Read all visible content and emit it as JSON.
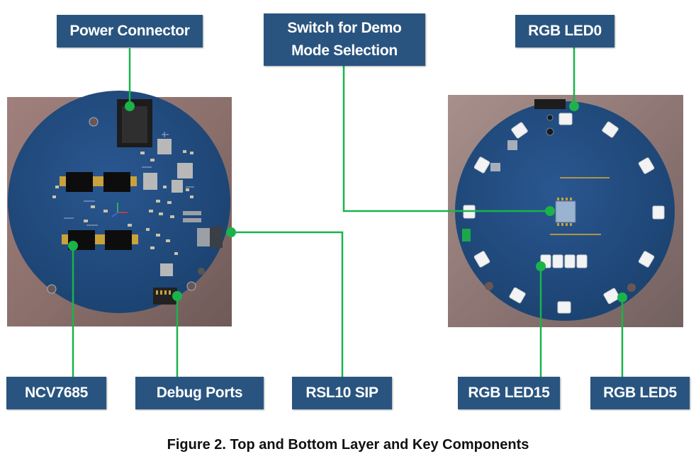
{
  "labels": {
    "power_connector": "Power Connector",
    "switch_demo_line1": "Switch for Demo",
    "switch_demo_line2": "Mode Selection",
    "rgb_led0": "RGB LED0",
    "ncv7685": "NCV7685",
    "debug_ports": "Debug Ports",
    "rsl10_sip": "RSL10 SIP",
    "rgb_led15": "RGB LED15",
    "rgb_led5": "RGB LED5"
  },
  "caption": "Figure 2. Top and Bottom Layer and Key Components",
  "colors": {
    "label_bg": "#29547f",
    "leader_line": "#1bb34a",
    "board_blue": "#1f4b82",
    "board_background": "#8a7472"
  }
}
